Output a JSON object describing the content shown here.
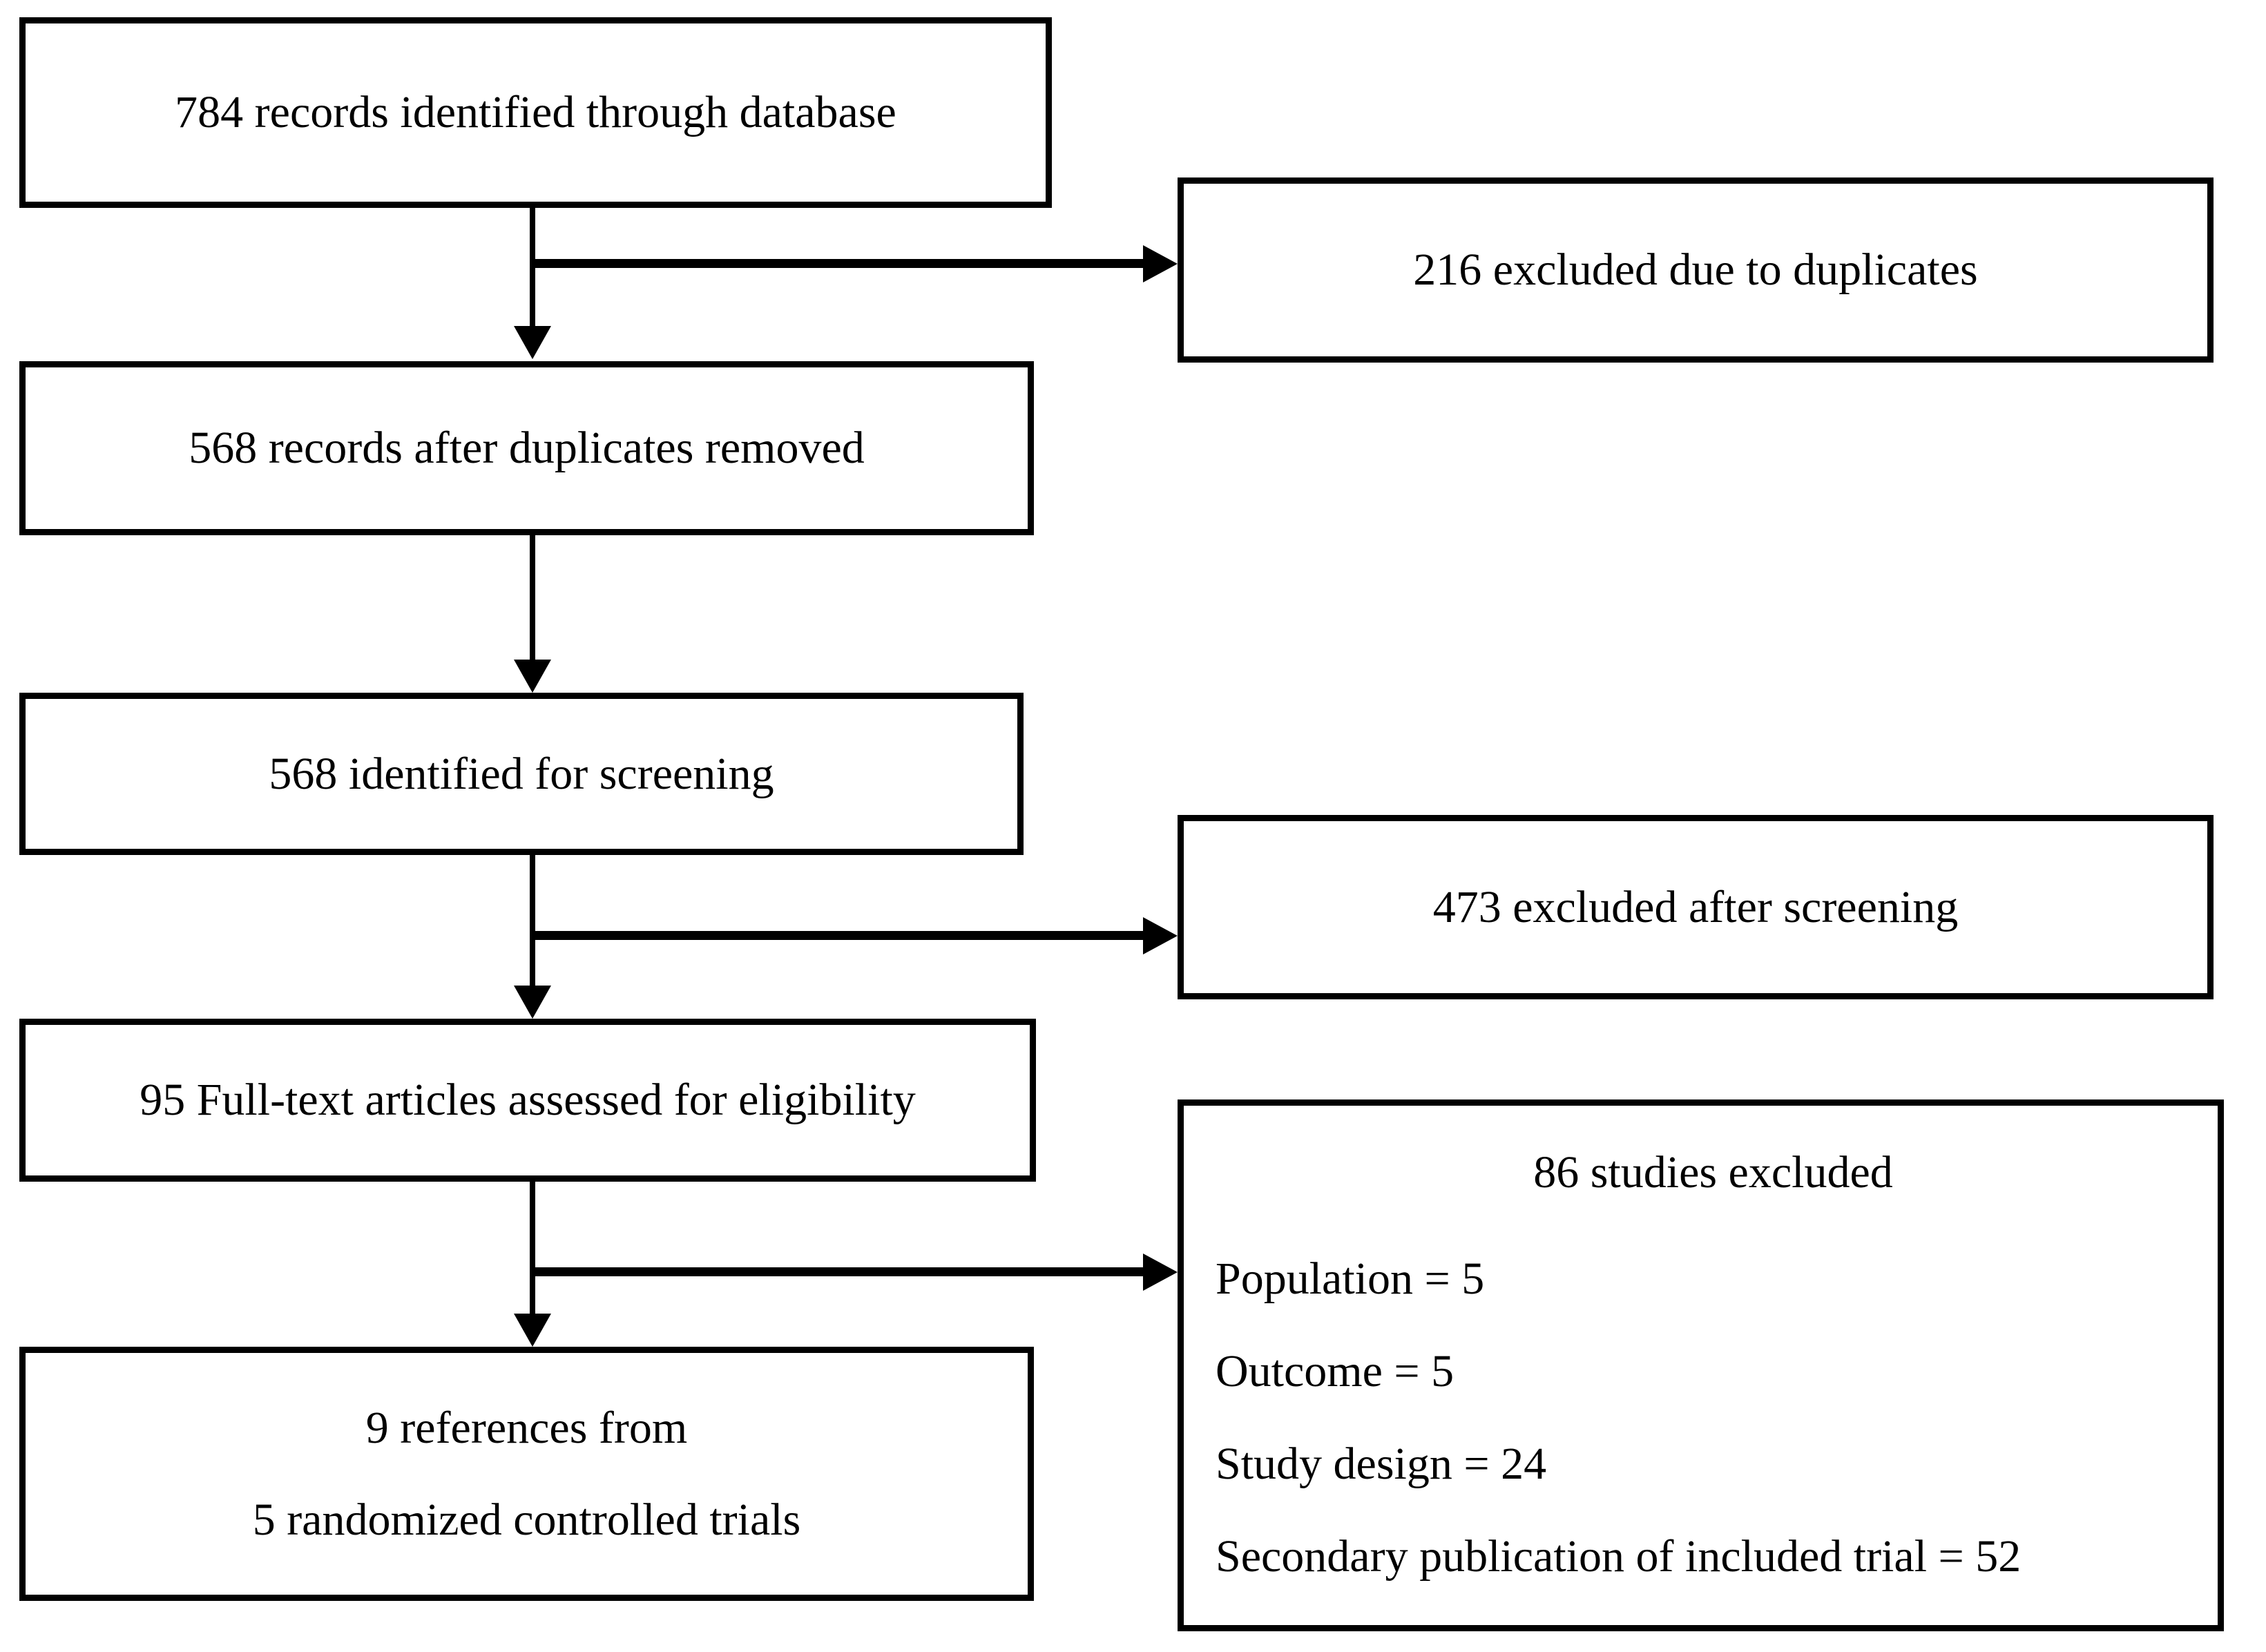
{
  "diagram": {
    "type": "flowchart",
    "colors": {
      "line": "#000000",
      "background": "#ffffff",
      "box_fill": "#ffffff",
      "text": "#000000"
    },
    "boxes": {
      "records_identified": {
        "label": "784 records identified through database"
      },
      "excluded_duplicates": {
        "label": "216 excluded due to duplicates"
      },
      "records_after_duplicates": {
        "label": "568 records after duplicates removed"
      },
      "identified_for_screening": {
        "label": "568 identified for screening"
      },
      "excluded_after_screening": {
        "label": "473 excluded after screening"
      },
      "fulltext_assessed": {
        "label": "95 Full-text articles assessed for eligibility"
      },
      "studies_excluded": {
        "heading": "86 studies excluded",
        "reasons": [
          "Population = 5",
          "Outcome = 5",
          "Study design = 24",
          "Secondary publication of included trial = 52"
        ]
      },
      "included_references": {
        "line1": "9 references from",
        "line2": "5 randomized controlled trials"
      }
    }
  }
}
